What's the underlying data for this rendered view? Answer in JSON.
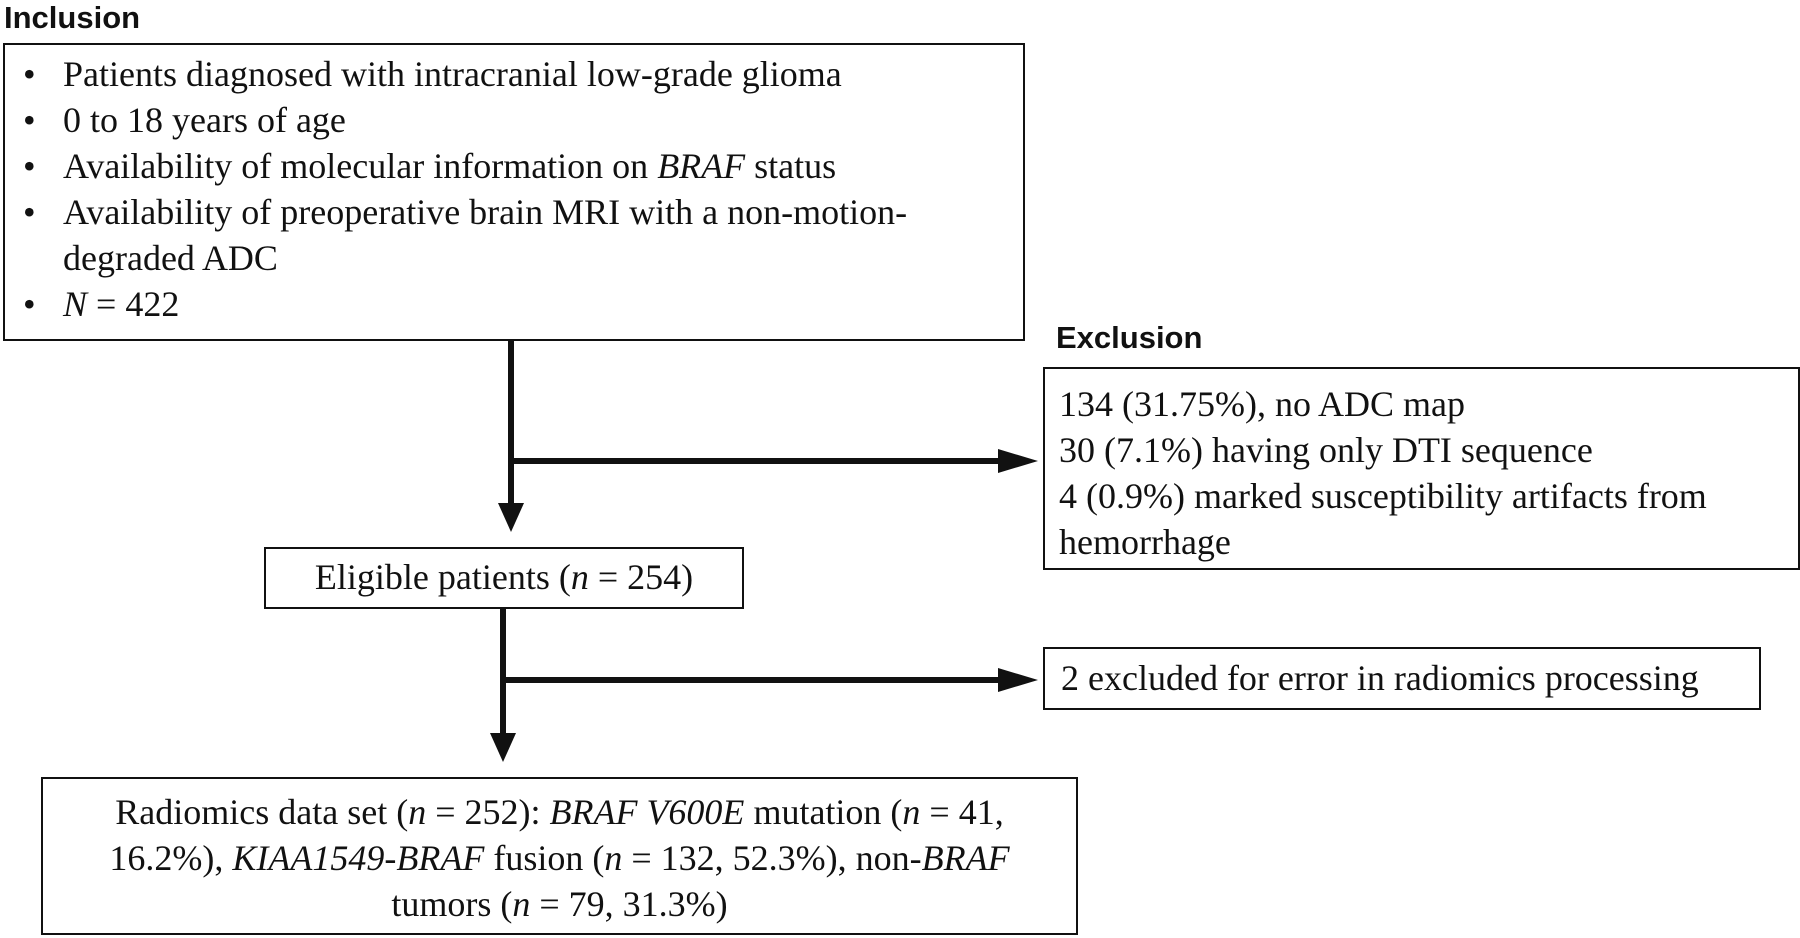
{
  "inclusion": {
    "heading": "Inclusion",
    "items": [
      {
        "text": "Patients diagnosed with intracranial low-grade glioma"
      },
      {
        "text": "0 to 18 years of age"
      },
      {
        "pre": "Availability of molecular information on ",
        "italic": "BRAF",
        "post": " status"
      },
      {
        "text": "Availability of preoperative brain MRI with a non-motion-degraded ADC"
      },
      {
        "pre": "",
        "italic": "N",
        "post": " = 422"
      }
    ],
    "bullet": "•"
  },
  "exclusion": {
    "heading": "Exclusion",
    "lines": [
      "134 (31.75%), no ADC map",
      "30 (7.1%) having only DTI sequence",
      "4 (0.9%) marked susceptibility artifacts from hemorrhage"
    ]
  },
  "eligible": {
    "pre": "Eligible patients (",
    "italic": "n",
    "post": " = 254)"
  },
  "processing_exclusion": {
    "text": "2 excluded for error in radiomics processing"
  },
  "dataset": {
    "seg1": "Radiomics data set (",
    "it1": "n",
    "seg2": " = 252): ",
    "it2": "BRAF V600E",
    "seg3": " mutation (",
    "it3": "n",
    "seg4": " = 41, 16.2%), ",
    "it4": "KIAA1549-BRAF",
    "seg5": " fusion (",
    "it5": "n",
    "seg6": " = 132, 52.3%), non-",
    "it6": "BRAF",
    "seg7": " tumors (",
    "it7": "n",
    "seg8": " = 79, 31.3%)"
  },
  "colors": {
    "line": "#111111",
    "border": "#111111",
    "text": "#111111"
  }
}
